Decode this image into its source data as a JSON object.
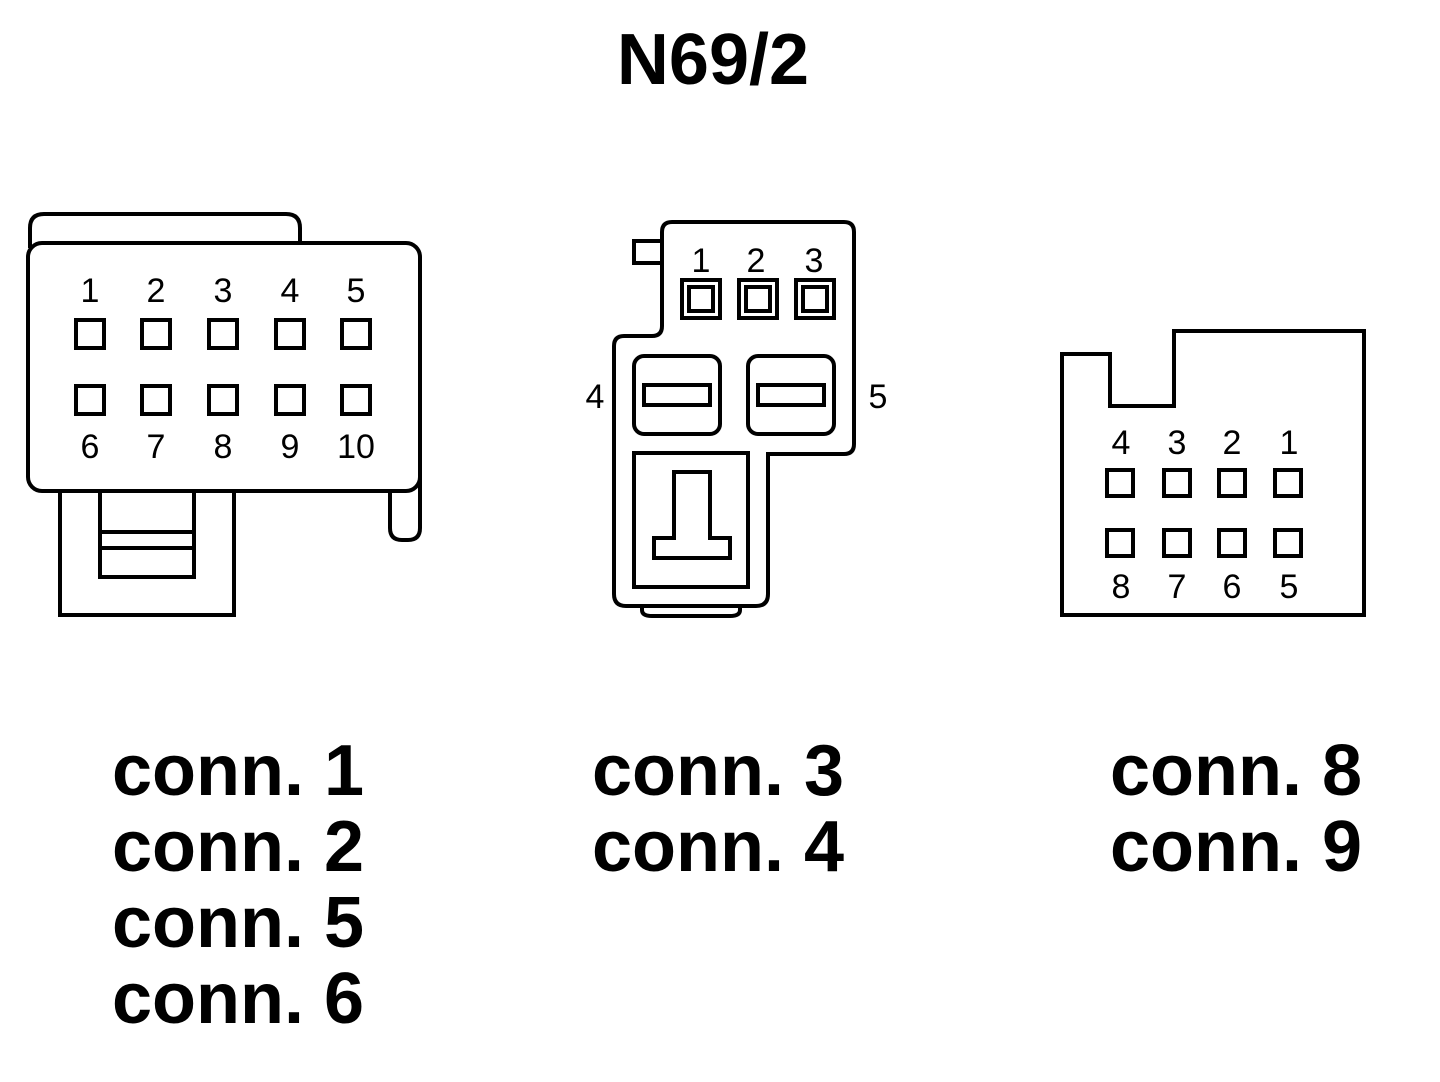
{
  "title": "N69/2",
  "connector_a": {
    "pins_top": [
      "1",
      "2",
      "3",
      "4",
      "5"
    ],
    "pins_bottom": [
      "6",
      "7",
      "8",
      "9",
      "10"
    ],
    "labels": [
      "conn. 1",
      "conn. 2",
      "conn. 5",
      "conn. 6"
    ]
  },
  "connector_b": {
    "pins_top": [
      "1",
      "2",
      "3"
    ],
    "pin_left": "4",
    "pin_right": "5",
    "labels": [
      "conn. 3",
      "conn. 4"
    ]
  },
  "connector_c": {
    "pins_top": [
      "4",
      "3",
      "2",
      "1"
    ],
    "pins_bottom": [
      "8",
      "7",
      "6",
      "5"
    ],
    "labels": [
      "conn. 8",
      "conn. 9"
    ]
  }
}
